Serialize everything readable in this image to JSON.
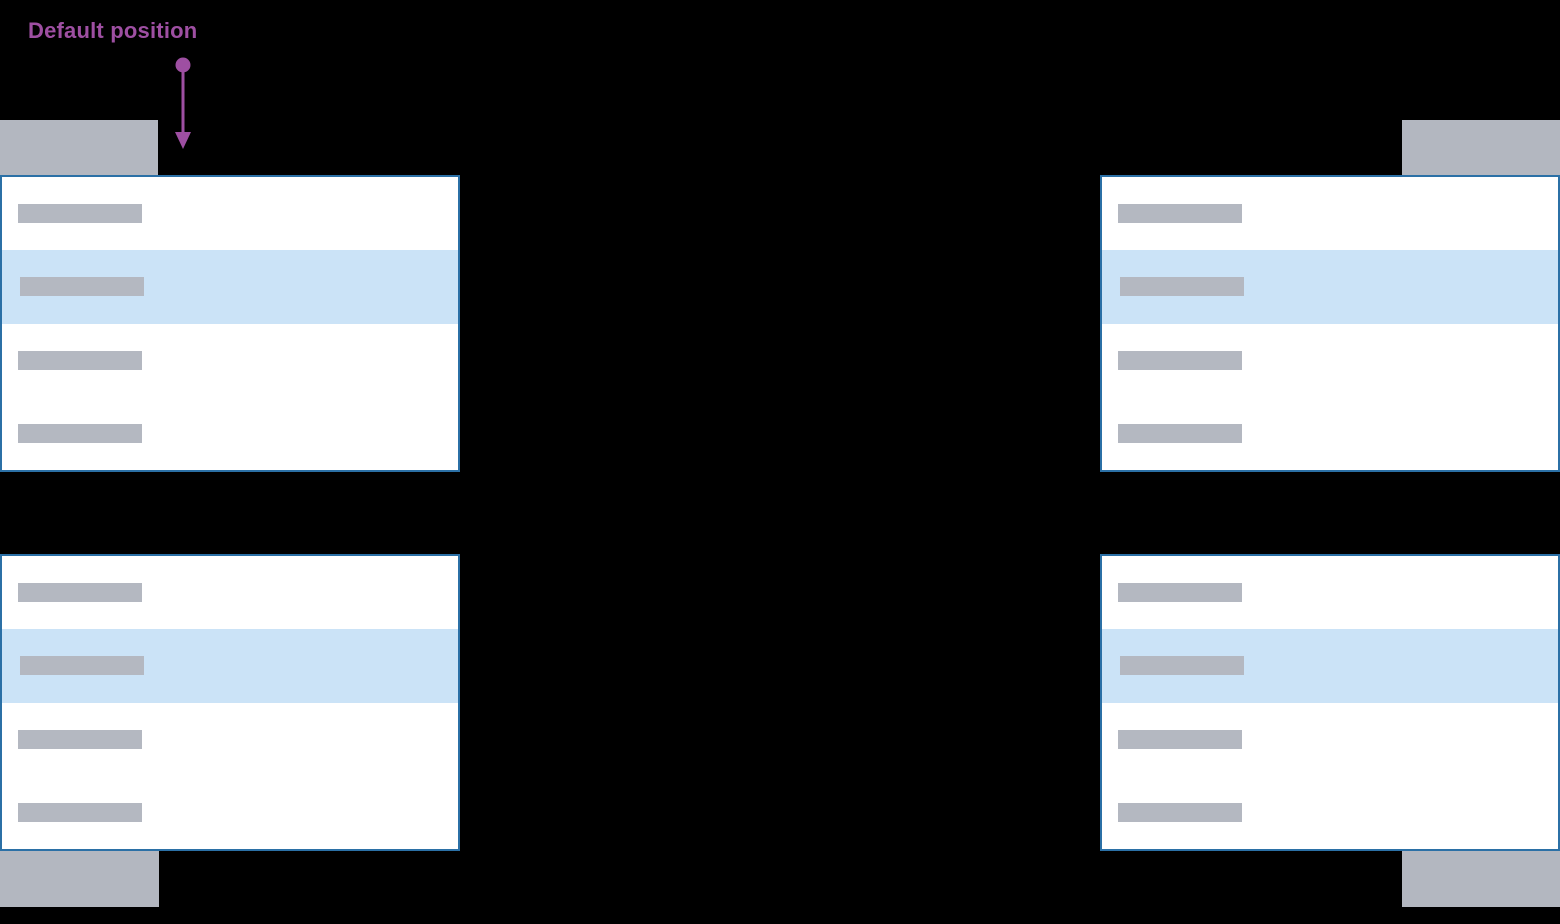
{
  "annotation": {
    "label": "Default position",
    "arrow_icon": "down-arrow-icon"
  },
  "colors": {
    "background": "#000000",
    "annotation_purple": "#9e4fa2",
    "panel_border": "#2b70a6",
    "panel_bg": "#ffffff",
    "highlight_blue": "#cbe3f7",
    "bar_gray": "#b4b8c1",
    "trigger_gray": "#b3b7c0"
  },
  "menus": [
    {
      "position": "top-left",
      "item_count": 4,
      "highlighted_item": 2
    },
    {
      "position": "top-right",
      "item_count": 4,
      "highlighted_item": 2
    },
    {
      "position": "bottom-left",
      "item_count": 4,
      "highlighted_item": 2
    },
    {
      "position": "bottom-right",
      "item_count": 4,
      "highlighted_item": 2
    }
  ]
}
